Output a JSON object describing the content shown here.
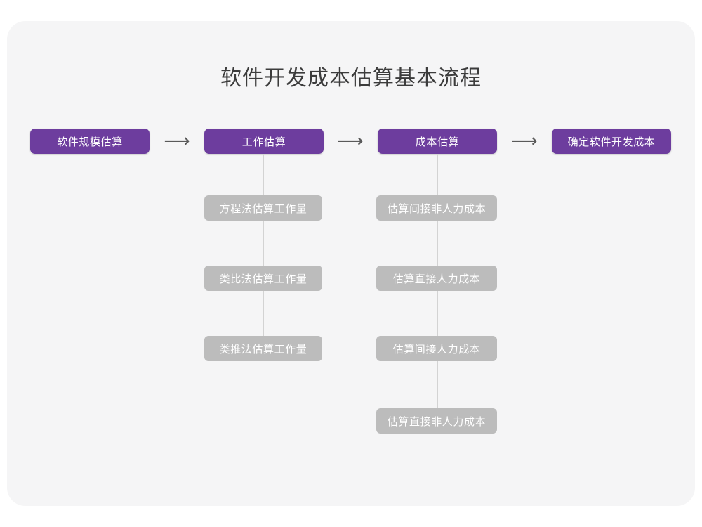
{
  "diagram": {
    "title": "软件开发成本估算基本流程",
    "type": "flowchart",
    "background_color": "#f5f5f6",
    "primary_color": "#6d3d9e",
    "secondary_color": "#bcbcbc",
    "connector_color": "#d3d3d3",
    "arrow_glyph": "⟶",
    "main_flow": [
      {
        "id": "p1",
        "label": "软件规模估算"
      },
      {
        "id": "p2",
        "label": "工作估算"
      },
      {
        "id": "p3",
        "label": "成本估算"
      },
      {
        "id": "p4",
        "label": "确定软件开发成本"
      }
    ],
    "branches": [
      {
        "parent": "工作估算",
        "items": [
          {
            "label": "方程法估算工作量"
          },
          {
            "label": "类比法估算工作量"
          },
          {
            "label": "类推法估算工作量"
          }
        ]
      },
      {
        "parent": "成本估算",
        "items": [
          {
            "label": "估算间接非人力成本"
          },
          {
            "label": "估算直接人力成本"
          },
          {
            "label": "估算间接人力成本"
          },
          {
            "label": "估算直接非人力成本"
          }
        ]
      }
    ]
  }
}
